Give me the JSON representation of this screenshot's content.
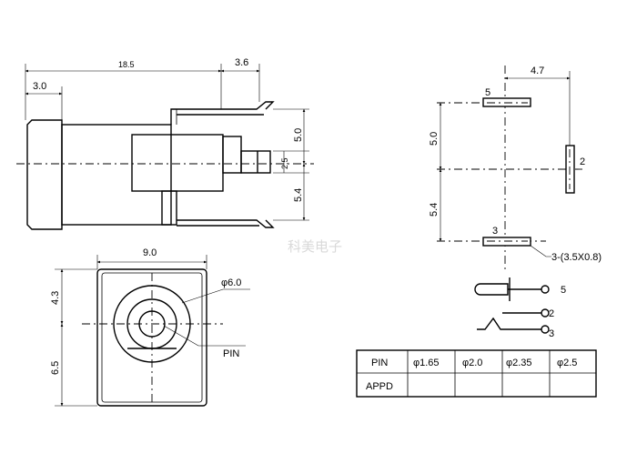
{
  "side_view": {
    "dim_overall": "18.5",
    "dim_pin_offset": "3.6",
    "dim_front": "3.0",
    "dim_upper": "5.0",
    "dim_pin_width": "2.5",
    "dim_lower": "5.4"
  },
  "front_view": {
    "dim_width": "9.0",
    "dim_top": "4.3",
    "dim_bottom": "6.5",
    "hole_label": "φ6.0",
    "pin_label": "PIN"
  },
  "footprint": {
    "dim_horizontal": "4.7",
    "dim_upper": "5.0",
    "dim_lower": "5.4",
    "pad_top": "5",
    "pad_right": "2",
    "pad_bottom": "3",
    "slot_note": "3-(3.5X0.8)"
  },
  "schematic": {
    "pins": [
      "5",
      "2",
      "3"
    ]
  },
  "watermark": "科美电子",
  "table": {
    "row1": [
      "PIN",
      "φ1.65",
      "φ2.0",
      "φ2.35",
      "φ2.5"
    ],
    "row2": [
      "APPD",
      "",
      "",
      "",
      ""
    ]
  }
}
